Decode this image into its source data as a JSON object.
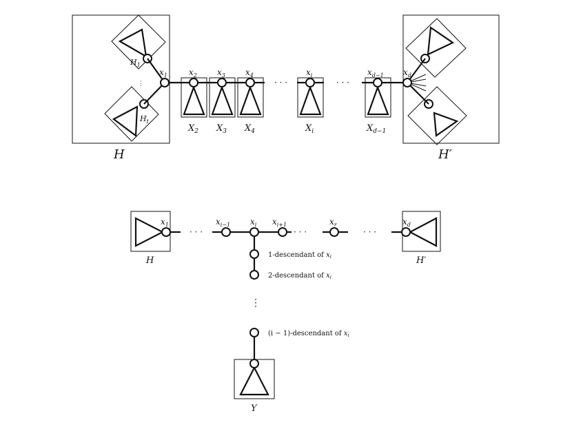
{
  "top": {
    "H": "H",
    "Hprime": "H′",
    "H1": "H",
    "H1_sub": "1",
    "Ht": "H",
    "Ht_sub": "t",
    "x1": "x",
    "x1_sub": "1",
    "x2": "x",
    "x2_sub": "2",
    "x3": "x",
    "x3_sub": "3",
    "x4": "x",
    "x4_sub": "4",
    "xi": "x",
    "xi_sub": "i",
    "xd1": "x",
    "xd1_sub": "d−1",
    "xd": "x",
    "xd_sub": "d",
    "X2": "X",
    "X2_sub": "2",
    "X3": "X",
    "X3_sub": "3",
    "X4": "X",
    "X4_sub": "4",
    "Xi": "X",
    "Xi_sub": "i",
    "Xd1": "X",
    "Xd1_sub": "d−1",
    "dots": "· · ·",
    "vdots": "⋮"
  },
  "bottom": {
    "H": "H",
    "Hprime": "H′",
    "Y": "Y",
    "x1": "x",
    "x1_sub": "1",
    "xim1": "x",
    "xim1_sub": "i−1",
    "xi": "x",
    "xi_sub": "i",
    "xip1": "x",
    "xip1_sub": "i+1",
    "xr": "x",
    "xr_sub": "r",
    "xd": "x",
    "xd_sub": "d",
    "desc1": "1-descendant of ",
    "desc2": "2-descendant of ",
    "descim1": "(i − 1)-descendant of ",
    "desc_x": "x",
    "desc_sub": "i",
    "dots": "· · ·",
    "vdots": "⋮"
  }
}
